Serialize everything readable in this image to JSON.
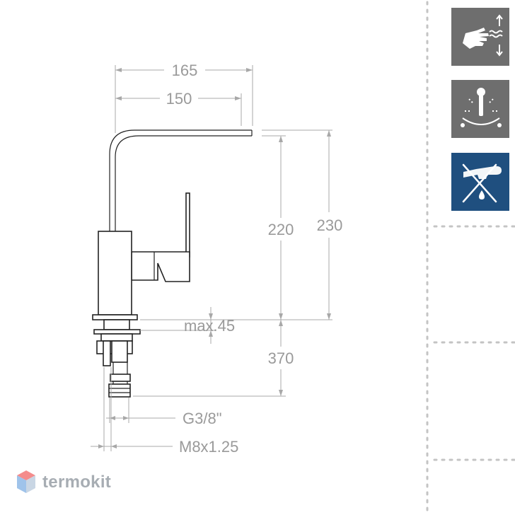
{
  "dimensions": {
    "width_outer": "165",
    "width_inner": "150",
    "height_spout": "220",
    "height_total": "230",
    "max_counter": "max.45",
    "hose_length": "370",
    "thread_inlet": "G3/8\"",
    "thread_stud": "M8x1.25"
  },
  "feature_icons": [
    {
      "icon": "hand-motion-sensor-icon",
      "background": "#6e6e6e"
    },
    {
      "icon": "hot-cold-lever-icon",
      "background": "#6e6e6e"
    },
    {
      "icon": "no-drip-spout-icon",
      "background": "#1f4f7f"
    }
  ],
  "brand": {
    "name": "termokit",
    "logo_colors": [
      "#f48c8c",
      "#9fc3ea",
      "#c9d6e4"
    ]
  }
}
